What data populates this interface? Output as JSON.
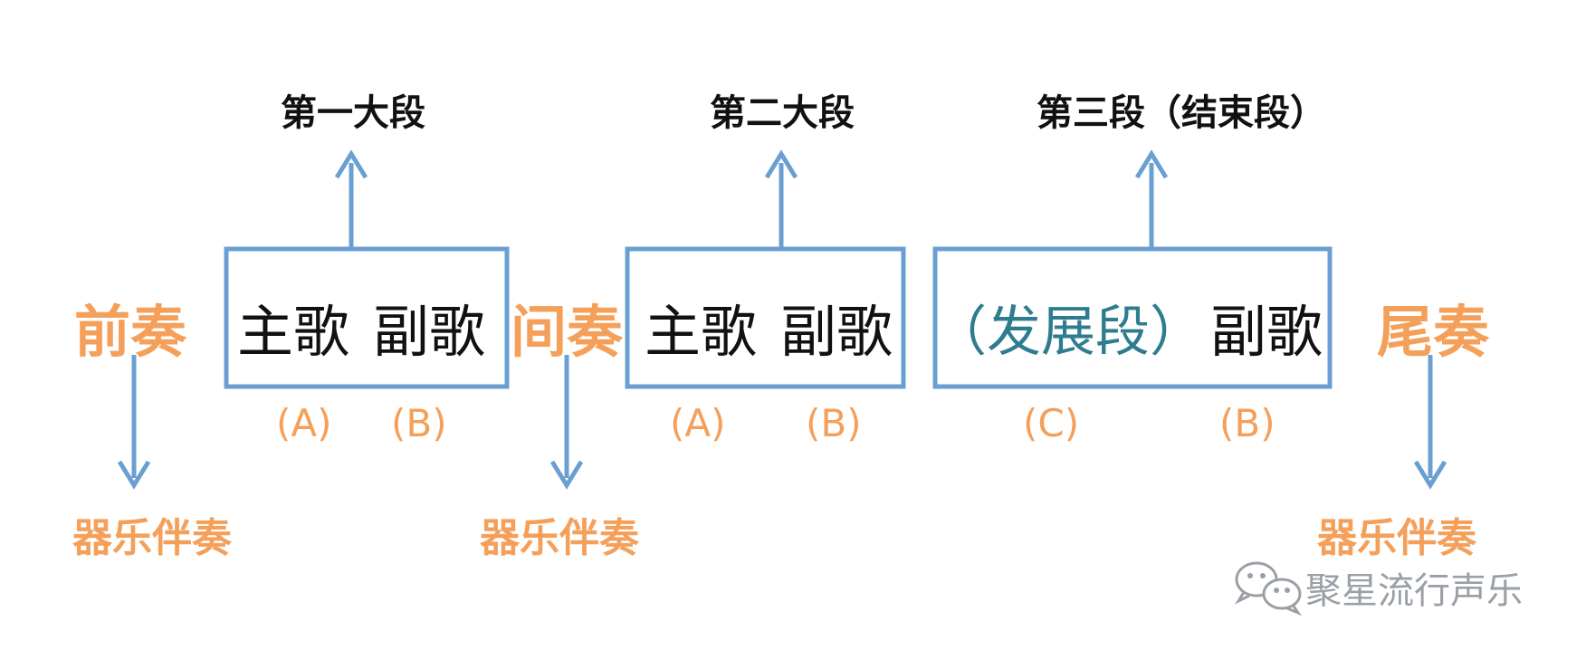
{
  "colors": {
    "accent": "#f4a05a",
    "box_stroke": "#6b9fd1",
    "arrow": "#6b9fd1",
    "text": "#111111",
    "teal": "#2e7d8f",
    "watermark": "#9aa0a6"
  },
  "sections": [
    {
      "title": "第一大段",
      "parts": [
        "主歌",
        "副歌"
      ],
      "letters": [
        "(A)",
        "(B)"
      ]
    },
    {
      "title": "第二大段",
      "parts": [
        "主歌",
        "副歌"
      ],
      "letters": [
        "(A)",
        "(B)"
      ]
    },
    {
      "title": "第三段（结束段）",
      "parts": [
        "（发展段）",
        "副歌"
      ],
      "letters": [
        "(C)",
        "(B)"
      ]
    }
  ],
  "interludes": [
    {
      "label": "前奏",
      "caption": "器乐伴奏"
    },
    {
      "label": "间奏",
      "caption": "器乐伴奏"
    },
    {
      "label": "尾奏",
      "caption": "器乐伴奏"
    }
  ],
  "watermark": {
    "icon": "wechat-icon",
    "text": "聚星流行声乐"
  }
}
